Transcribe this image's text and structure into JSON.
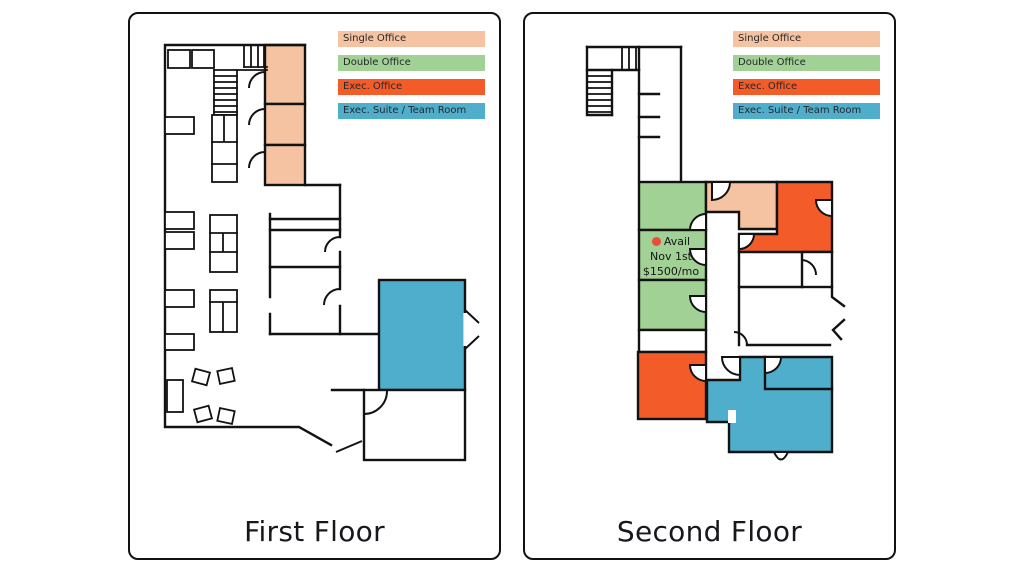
{
  "colors": {
    "single": "#F5C3A2",
    "double": "#A2D195",
    "exec": "#F35C29",
    "suite": "#4FAECB",
    "marker": "#E94C3C",
    "wall": "#121212"
  },
  "panels": [
    {
      "title": "First Floor",
      "legend": [
        {
          "label": "Single Office",
          "color_key": "single"
        },
        {
          "label": "Double Office",
          "color_key": "double"
        },
        {
          "label": "Exec. Office",
          "color_key": "exec"
        },
        {
          "label": "Exec. Suite / Team Room",
          "color_key": "suite"
        }
      ]
    },
    {
      "title": "Second Floor",
      "legend": [
        {
          "label": "Single Office",
          "color_key": "single"
        },
        {
          "label": "Double Office",
          "color_key": "double"
        },
        {
          "label": "Exec. Office",
          "color_key": "exec"
        },
        {
          "label": "Exec. Suite / Team Room",
          "color_key": "suite"
        }
      ],
      "annotation": {
        "line1": "Avail",
        "line2": "Nov 1st",
        "line3": "$1500/mo"
      }
    }
  ]
}
